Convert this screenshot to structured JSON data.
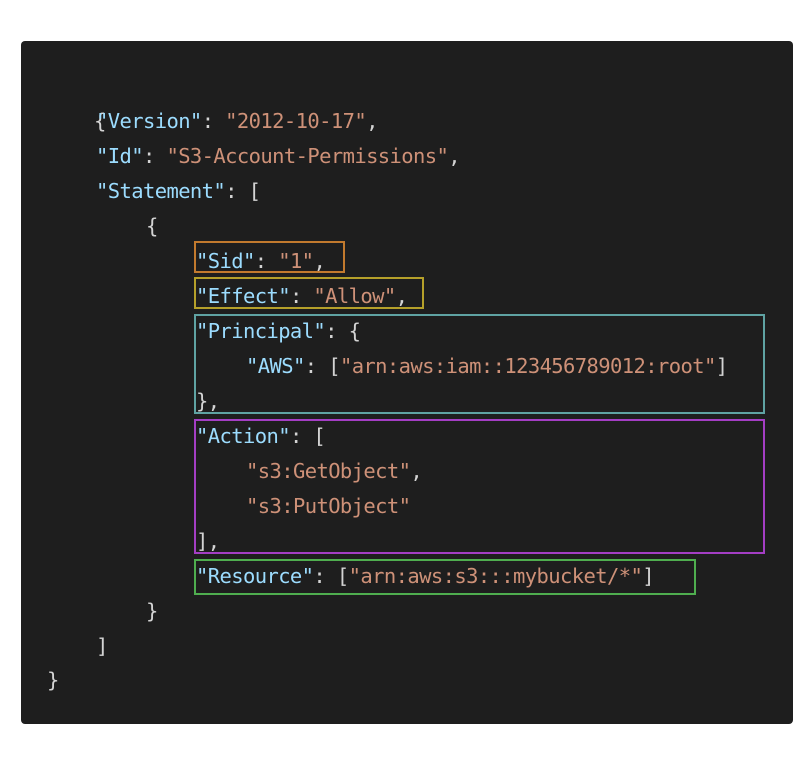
{
  "policy": {
    "open_brace": "{",
    "close_brace": "}",
    "version_key": "\"Version\"",
    "version_value": "\"2012-10-17\"",
    "id_key": "\"Id\"",
    "id_value": "\"S3-Account-Permissions\"",
    "statement_key": "\"Statement\"",
    "statement_open": "[",
    "statement_close": "]",
    "stmt_open": "{",
    "stmt_close": "}",
    "sid_key": "\"Sid\"",
    "sid_value": "\"1\"",
    "effect_key": "\"Effect\"",
    "effect_value": "\"Allow\"",
    "principal_key": "\"Principal\"",
    "principal_open": "{",
    "principal_close": "},",
    "aws_key": "\"AWS\"",
    "aws_value": "\"arn:aws:iam::123456789012:root\"",
    "action_key": "\"Action\"",
    "action_open": "[",
    "action_close": "],",
    "action_items": [
      "\"s3:GetObject\"",
      "\"s3:PutObject\""
    ],
    "resource_key": "\"Resource\"",
    "resource_value": "\"arn:aws:s3:::mybucket/*\""
  },
  "highlight_colors": {
    "sid": "#c27a2e",
    "effect": "#b5a02a",
    "principal": "#5fa3a3",
    "action": "#a43ec4",
    "resource": "#4fae4f"
  }
}
